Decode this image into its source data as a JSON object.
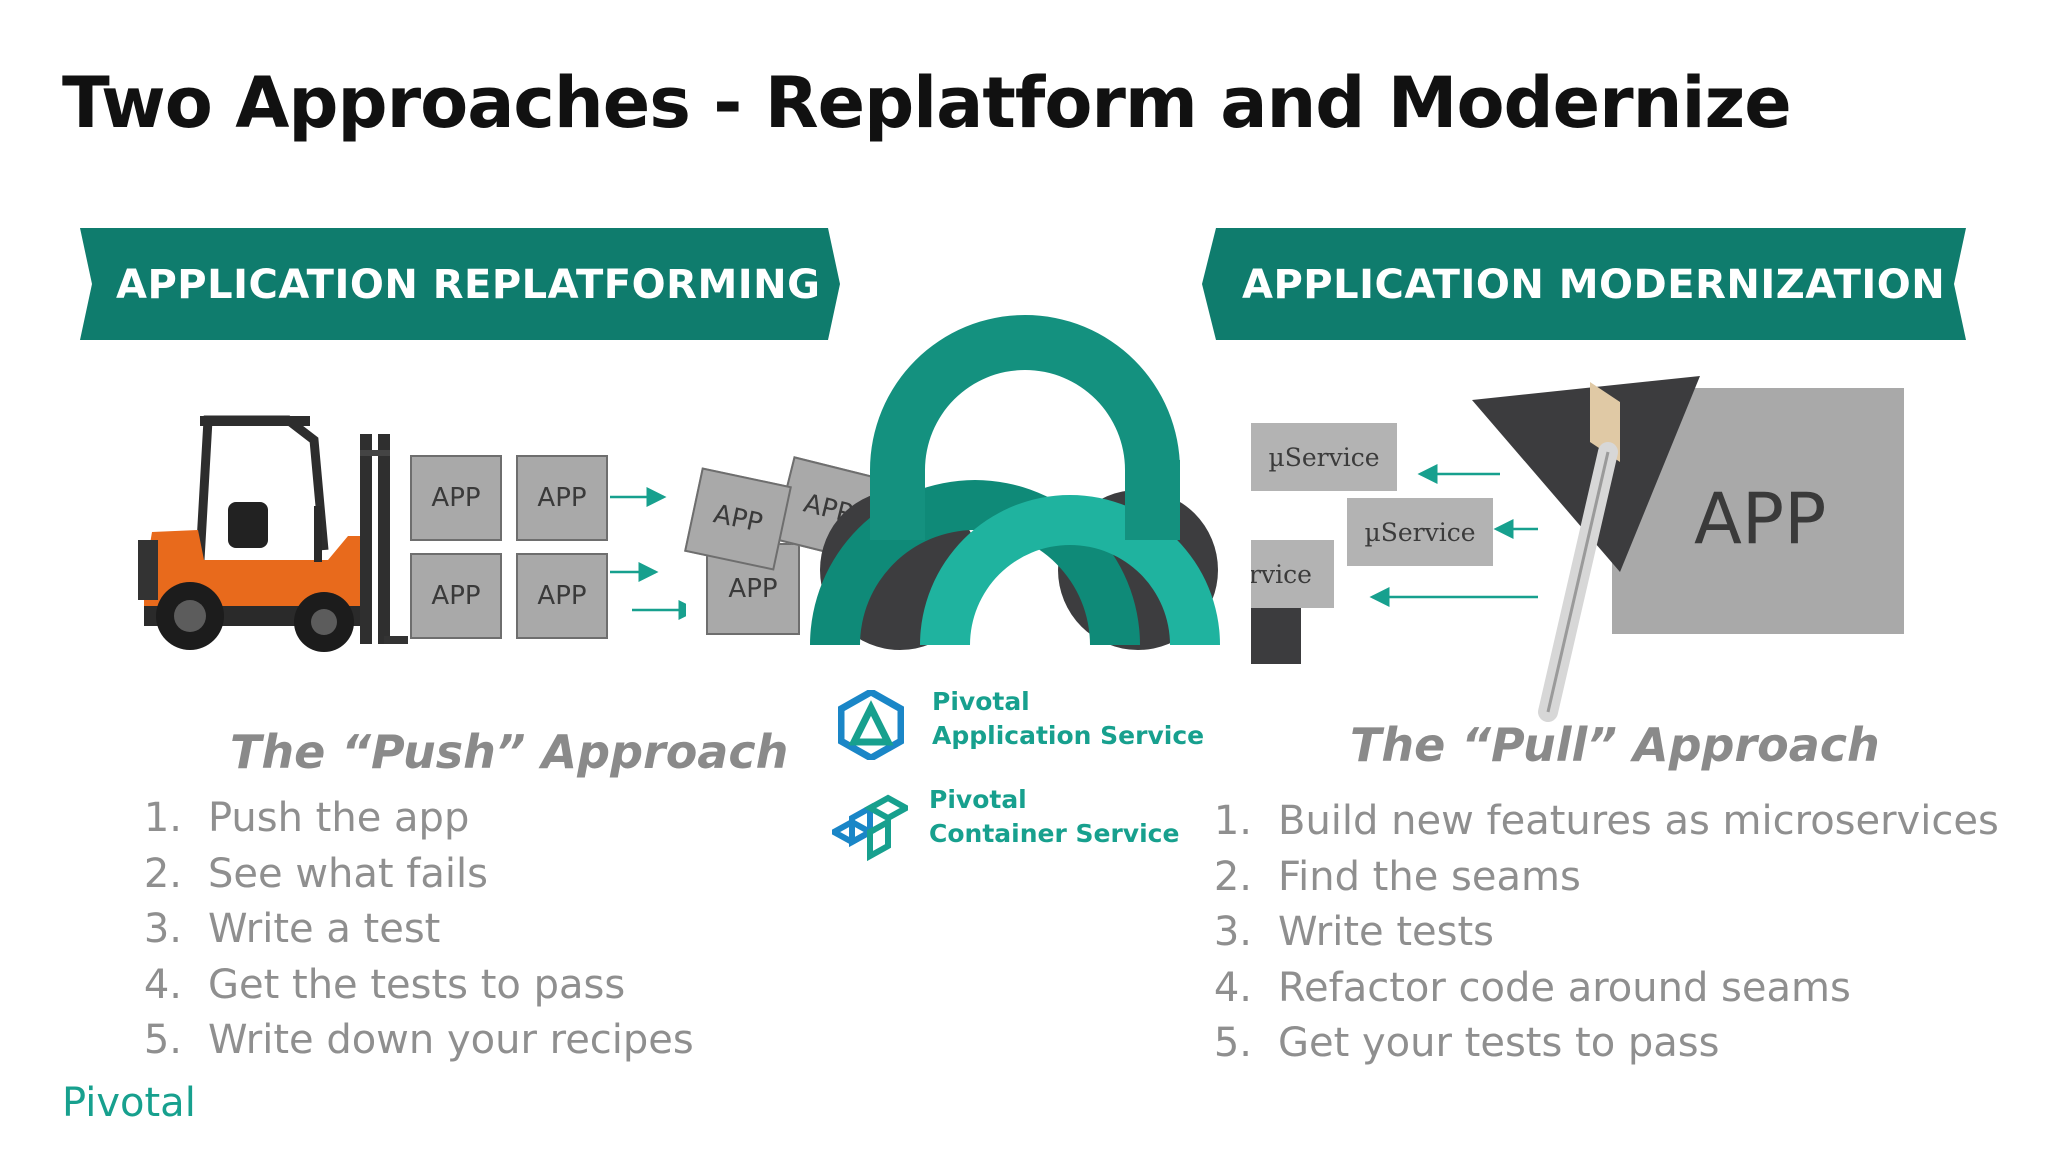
{
  "slide": {
    "title": "Two Approaches - Replatform and Modernize",
    "left": {
      "banner": "APPLICATION REPLATFORMING",
      "approach_title": "The “Push” Approach",
      "app_box_label": "APP",
      "steps": [
        {
          "num": "1.",
          "text": "Push the app"
        },
        {
          "num": "2.",
          "text": "See what fails"
        },
        {
          "num": "3.",
          "text": "Write a test"
        },
        {
          "num": "4.",
          "text": "Get the tests to pass"
        },
        {
          "num": "5.",
          "text": "Write down your recipes"
        }
      ]
    },
    "right": {
      "banner": "APPLICATION MODERNIZATION",
      "approach_title": "The “Pull” Approach",
      "app_label": "APP",
      "service_label": "µService",
      "service_partial": "rvice",
      "steps": [
        {
          "num": "1.",
          "text": "Build new features as microservices"
        },
        {
          "num": "2.",
          "text": "Find the seams"
        },
        {
          "num": "3.",
          "text": "Write tests"
        },
        {
          "num": "4.",
          "text": "Refactor code around seams"
        },
        {
          "num": "5.",
          "text": "Get your tests to pass"
        }
      ]
    },
    "center": {
      "products": [
        {
          "line1": "Pivotal",
          "line2": "Application Service",
          "icon": "pas-logo-icon"
        },
        {
          "line1": "Pivotal",
          "line2": "Container Service",
          "icon": "pks-logo-icon"
        }
      ]
    },
    "footer_logo": "Pivotal",
    "colors": {
      "banner": "#0f7c6d",
      "teal": "#17a08e",
      "gray_box": "#a9a9a9",
      "text_gray": "#8f8f8f"
    }
  }
}
